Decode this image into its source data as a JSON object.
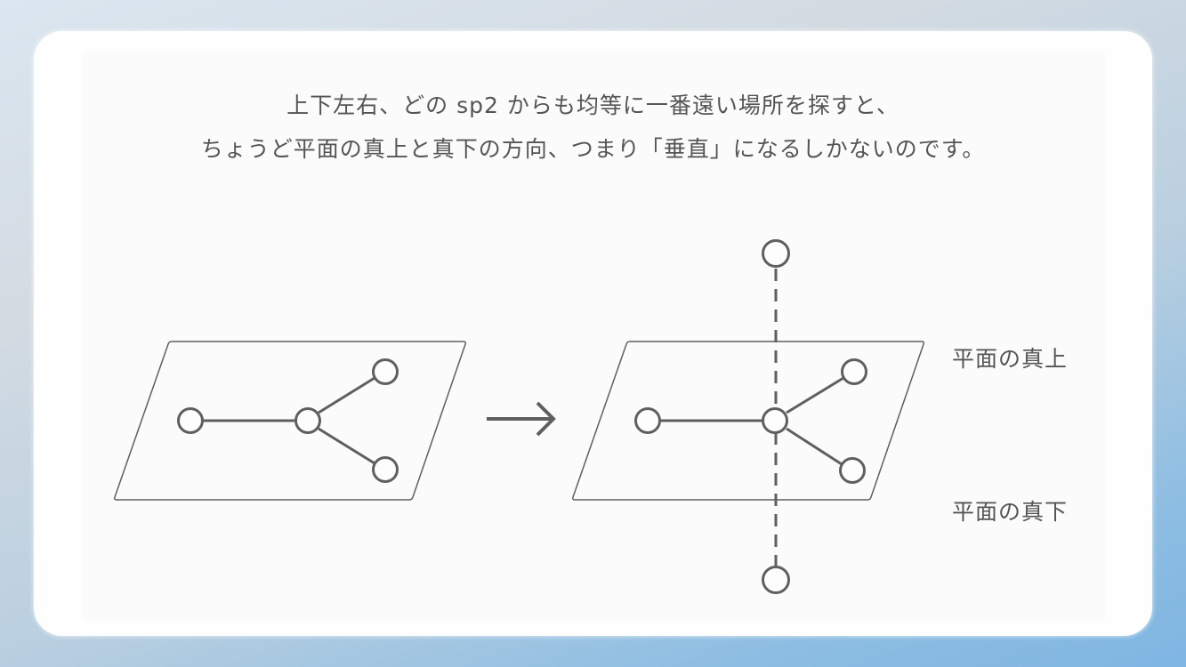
{
  "caption": {
    "line1": "上下左右、どの sp2 からも均等に一番遠い場所を探すと、",
    "line2": "ちょうど平面の真上と真下の方向、つまり「垂直」になるしかないのです。"
  },
  "diagram": {
    "left_panel": {
      "shape": "parallelogram",
      "description": "trigonal planar sp2 center with three bonded atoms on a plane"
    },
    "arrow": "right-arrow",
    "right_panel": {
      "shape": "parallelogram",
      "description": "same sp2 center with perpendicular dashed axis through plane, atoms above and below"
    },
    "labels": {
      "above": "平面の真上",
      "below": "平面の真下"
    },
    "colors": {
      "stroke": "#5f5f5f",
      "text": "#555555",
      "card": "#fefefe"
    }
  }
}
